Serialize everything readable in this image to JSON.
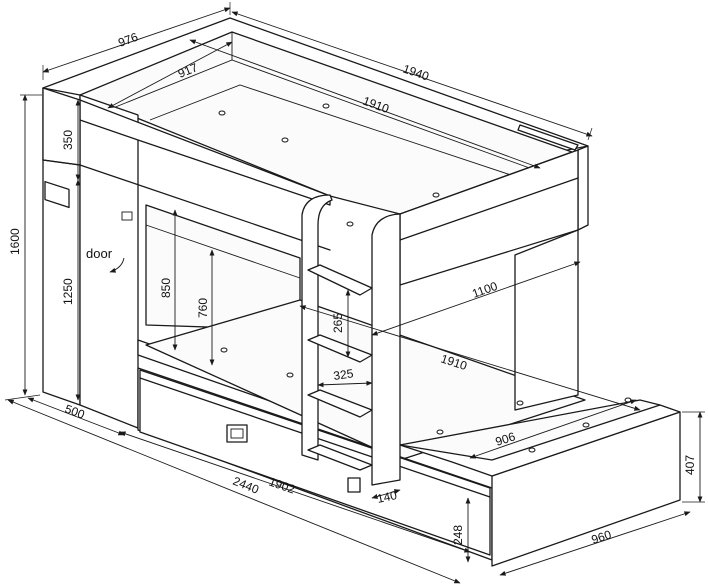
{
  "dimensions": {
    "top_depth": "976",
    "inner_depth": "917",
    "total_length": "1940",
    "inner_length_top": "1910",
    "top_panel_height": "350",
    "total_height": "1600",
    "wardrobe_height": "1250",
    "lower_clearance": "850",
    "lower_inner_height": "760",
    "ladder_step": "265",
    "ladder_width": "325",
    "lower_bed_offset": "1100",
    "inner_length_bottom": "1910",
    "inner_width_bottom": "906",
    "bottom_height": "407",
    "bottom_depth": "960",
    "drawer_height": "248",
    "step_depth": "140",
    "drawer_length": "1902",
    "overall_length": "2440",
    "wardrobe_depth": "500"
  },
  "labels": {
    "door": "door"
  }
}
